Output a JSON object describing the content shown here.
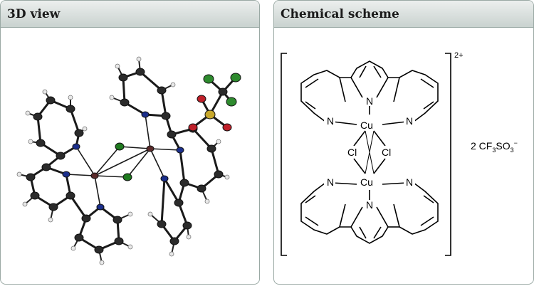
{
  "panels": {
    "left": {
      "title": "3D view"
    },
    "right": {
      "title": "Chemical scheme"
    }
  },
  "scheme": {
    "metal": "Cu",
    "nitrogen": "N",
    "chloride": "Cl",
    "charge": "2+",
    "counterion_prefix": "2 CF",
    "counterion_sub1": "3",
    "counterion_mid": "SO",
    "counterion_sub2": "3",
    "counterion_sup": "−"
  },
  "colors": {
    "carbon": "#2b2b2b",
    "nitrogen": "#1b2f8c",
    "copper": "#5a2a2a",
    "chlorine": "#1f7a1f",
    "fluorine": "#2e8b2e",
    "oxygen": "#c0202a",
    "sulfur": "#c8a82c",
    "hydrogen": "#e8e8e8",
    "header_border": "#9aa9a4"
  }
}
